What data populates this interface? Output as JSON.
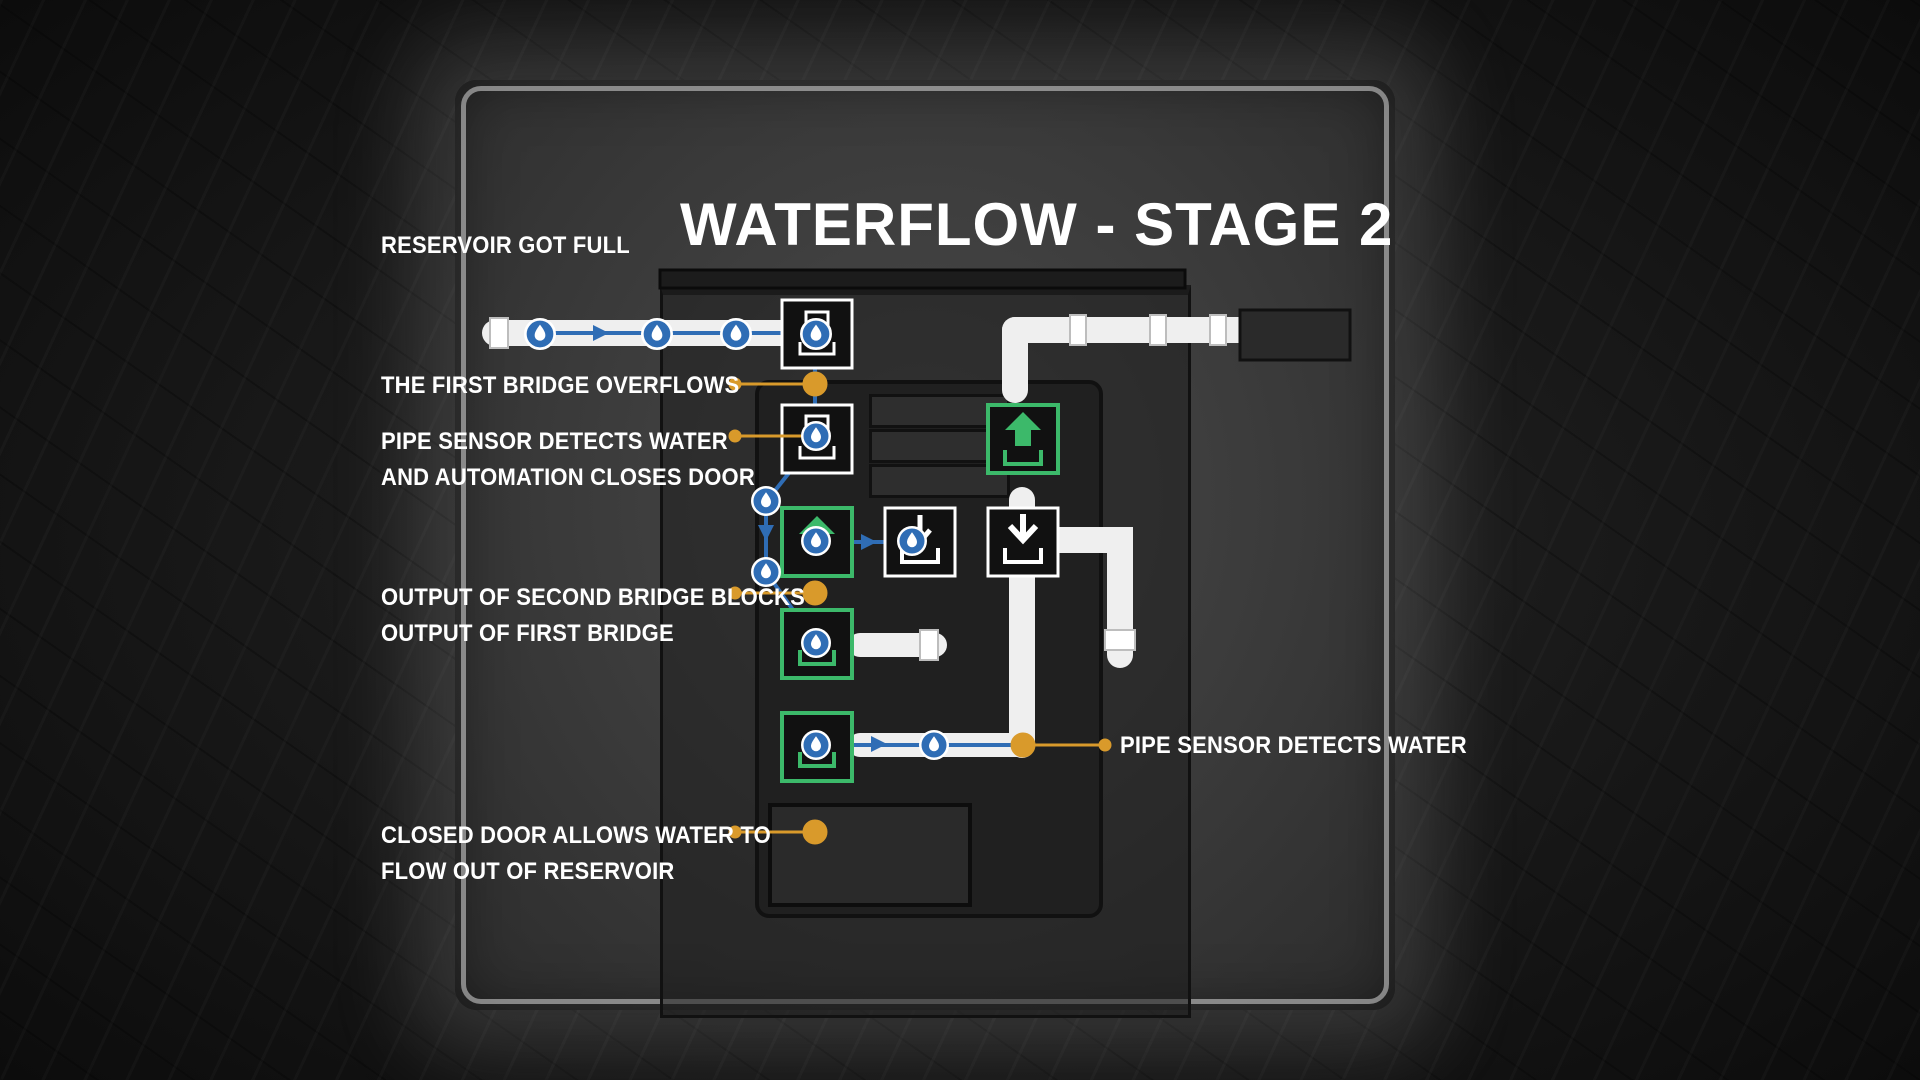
{
  "title": "WATERFLOW - STAGE 2",
  "annotations": {
    "reservoir_full": "RESERVOIR GOT FULL",
    "first_bridge_overflows": "THE FIRST BRIDGE OVERFLOWS",
    "pipe_sensor_closes_door_line1": "PIPE SENSOR DETECTS WATER",
    "pipe_sensor_closes_door_line2": "AND AUTOMATION CLOSES DOOR",
    "second_bridge_blocks_line1": "OUTPUT OF SECOND BRIDGE BLOCKS",
    "second_bridge_blocks_line2": "OUTPUT OF FIRST BRIDGE",
    "pipe_sensor_detects_water": "PIPE SENSOR DETECTS WATER",
    "closed_door_line1": "CLOSED DOOR ALLOWS WATER TO",
    "closed_door_line2": "FLOW OUT OF RESERVOIR"
  },
  "colors": {
    "flow_blue": "#2f6db5",
    "marker_orange": "#d99a2b",
    "active_green": "#3cb96a",
    "pipe_white": "#efefef"
  },
  "icons": {
    "water_drop": "water-drop-icon",
    "output_arrow": "output-arrow-icon",
    "input_arrow": "input-arrow-icon"
  }
}
